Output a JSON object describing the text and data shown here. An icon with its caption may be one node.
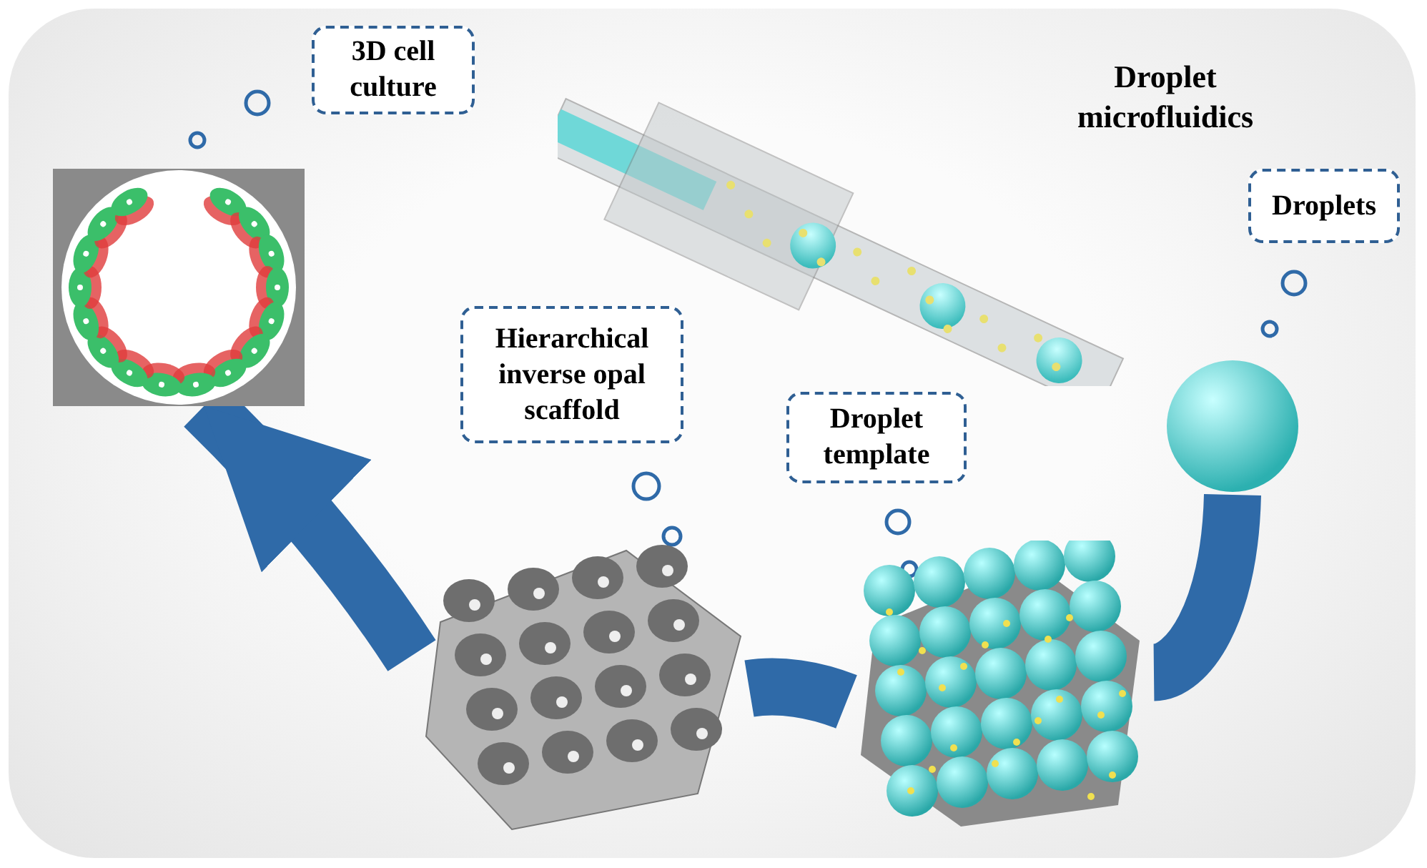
{
  "diagram": {
    "nodes": [
      {
        "text": [
          "3D cell culture"
        ]
      },
      {
        "text": [],
        "shape": "picture"
      },
      {
        "text": [],
        "shape": "picture",
        "beside": [
          "Droplet microfluidics"
        ]
      },
      {
        "text": [
          "Droplets"
        ]
      },
      {
        "text": [],
        "shape": "picture"
      },
      {
        "text": [
          "Hierarchical inverse opal scaffold"
        ]
      },
      {
        "text": [],
        "shape": "picture"
      },
      {
        "text": [
          "Droplet template"
        ]
      },
      {
        "text": [],
        "shape": "picture"
      }
    ],
    "edges": [
      {
        "from": 4,
        "to": 8,
        "arrow": "none"
      },
      {
        "from": 8,
        "to": 6,
        "arrow": "none"
      },
      {
        "from": 6,
        "to": 1,
        "arrow": "to"
      }
    ]
  }
}
